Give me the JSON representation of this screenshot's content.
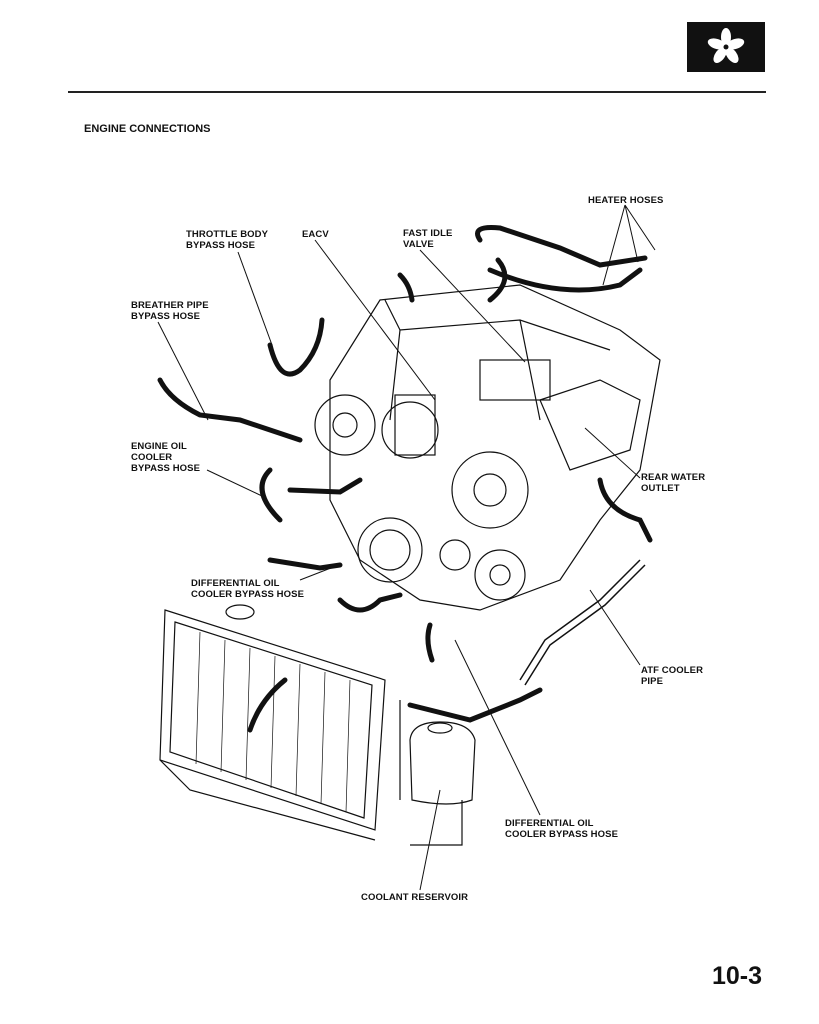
{
  "header": {
    "section_icon": "fan-icon",
    "title": "ENGINE CONNECTIONS"
  },
  "labels": {
    "heater_hoses": [
      "HEATER HOSES"
    ],
    "throttle_body": [
      "THROTTLE BODY",
      "BYPASS HOSE"
    ],
    "eacv": [
      "EACV"
    ],
    "fast_idle": [
      "FAST IDLE",
      "VALVE"
    ],
    "breather": [
      "BREATHER PIPE",
      "BYPASS HOSE"
    ],
    "engine_oil": [
      "ENGINE OIL",
      "COOLER",
      "BYPASS HOSE"
    ],
    "rear_water": [
      "REAR WATER",
      "OUTLET"
    ],
    "diff_oil_top": [
      "DIFFERENTIAL OIL",
      "COOLER BYPASS HOSE"
    ],
    "atf": [
      "ATF COOLER",
      "PIPE"
    ],
    "diff_oil_bottom": [
      "DIFFERENTIAL OIL",
      "COOLER BYPASS HOSE"
    ],
    "coolant": [
      "COOLANT RESERVOIR"
    ]
  },
  "footer": {
    "page_number": "10-3"
  }
}
